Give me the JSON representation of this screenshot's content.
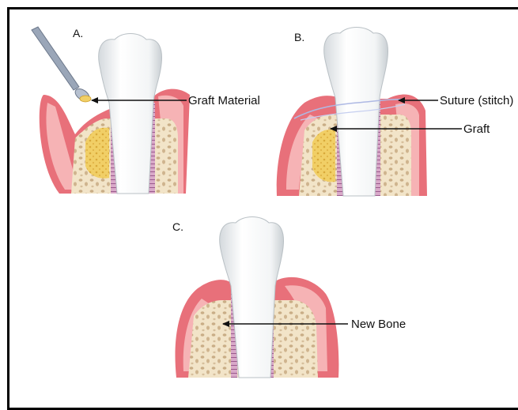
{
  "panels": [
    {
      "letter": "A.",
      "labels": [
        "Graft Material"
      ]
    },
    {
      "letter": "B.",
      "labels": [
        "Suture (stitch)",
        "Graft"
      ]
    },
    {
      "letter": "C.",
      "labels": [
        "New Bone"
      ]
    }
  ],
  "colors": {
    "gum": "#e8707a",
    "gum_light": "#f6b3b5",
    "bone": "#f2e4c8",
    "bone_spot": "#c9ad86",
    "graft": "#f1cf66",
    "tooth": "#ffffff",
    "tooth_shadow": "#dfe3e6",
    "ligament": "#b277a4",
    "line": "#111111"
  }
}
